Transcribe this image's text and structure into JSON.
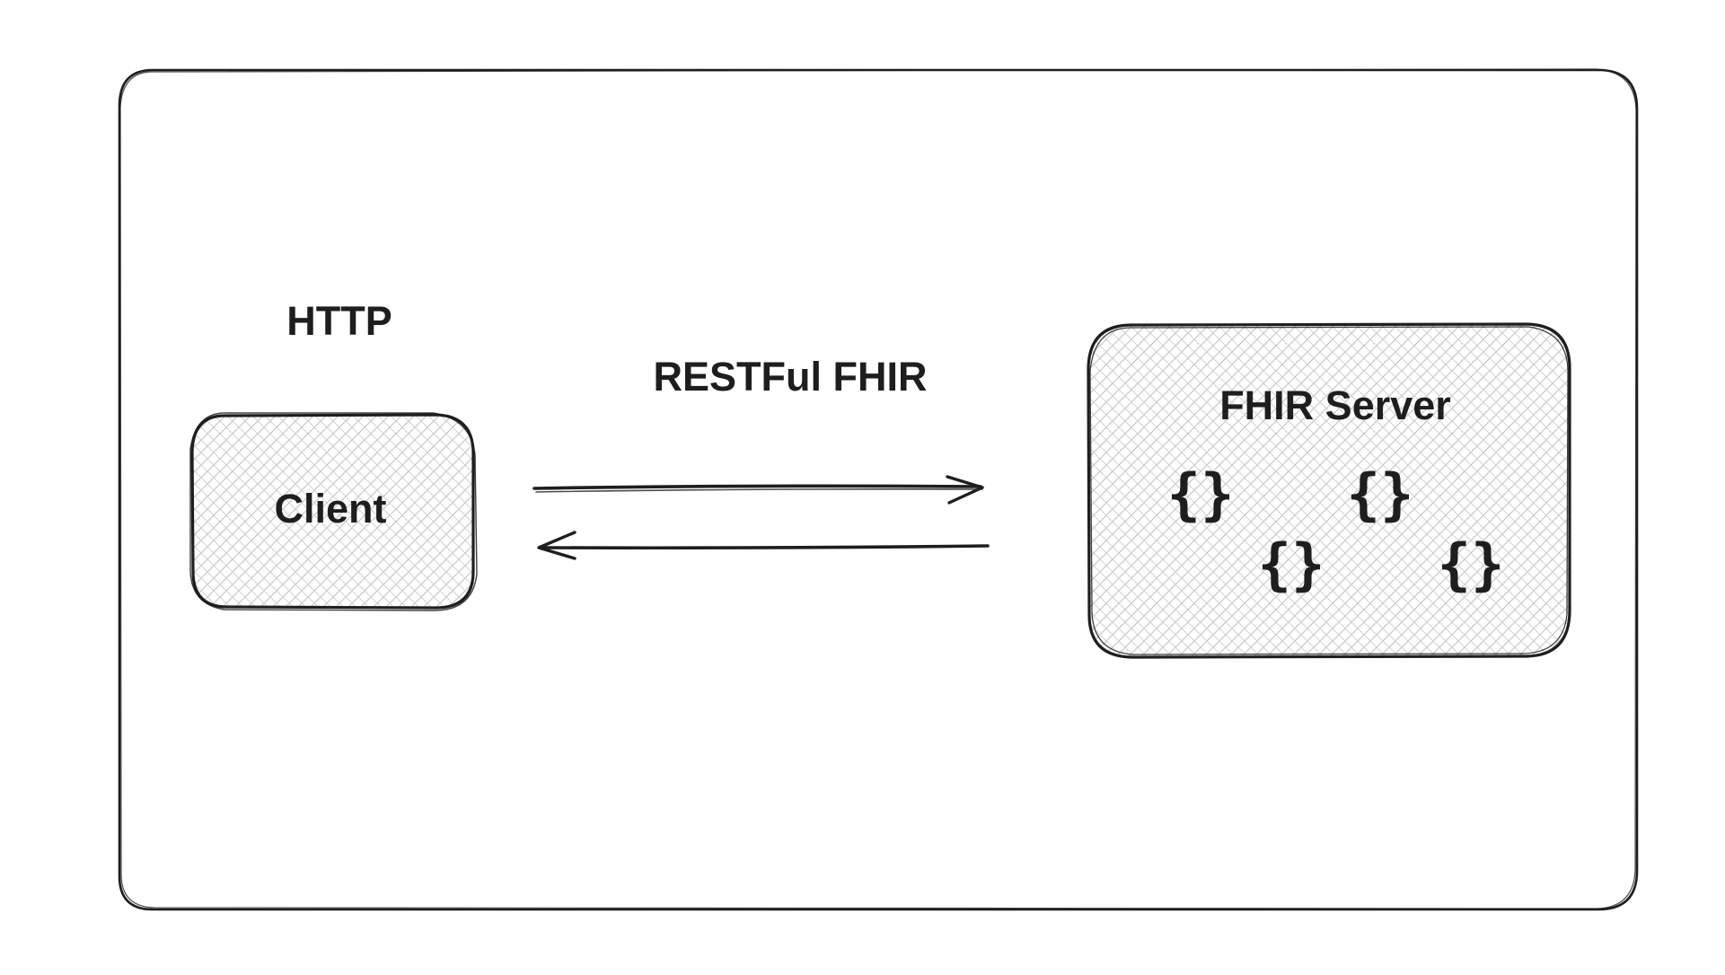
{
  "diagram": {
    "labels": {
      "http": "HTTP",
      "protocol": "RESTFul FHIR",
      "client": "Client",
      "server": "FHIR Server"
    },
    "resource_glyph": "{}",
    "colors": {
      "stroke": "#1e1e1e",
      "hatch": "#c8c8c8",
      "background": "#ffffff"
    }
  }
}
